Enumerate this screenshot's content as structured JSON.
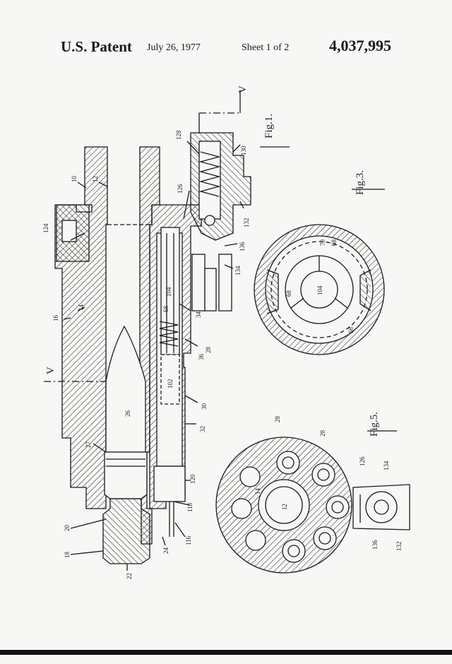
{
  "header": {
    "title": "U.S. Patent",
    "date": "July 26, 1977",
    "sheet": "Sheet 1 of 2",
    "patent_number": "4,037,995"
  },
  "figures": {
    "fig1": "Fig.1.",
    "fig3": "Fig.3.",
    "fig5": "Fig.5."
  },
  "section_markers": [
    "V",
    "V"
  ],
  "reference_numerals": {
    "fig1": [
      "10",
      "12",
      "124",
      "14",
      "16",
      "26",
      "27",
      "20",
      "18",
      "22",
      "24",
      "116",
      "118",
      "120",
      "32",
      "30",
      "102",
      "28",
      "36",
      "34",
      "104",
      "68",
      "126",
      "128",
      "130",
      "132",
      "136",
      "134"
    ],
    "fig3": [
      "70",
      "68",
      "68",
      "104",
      "68"
    ],
    "fig5": [
      "28",
      "28",
      "14",
      "12",
      "126",
      "134",
      "136",
      "132"
    ]
  }
}
